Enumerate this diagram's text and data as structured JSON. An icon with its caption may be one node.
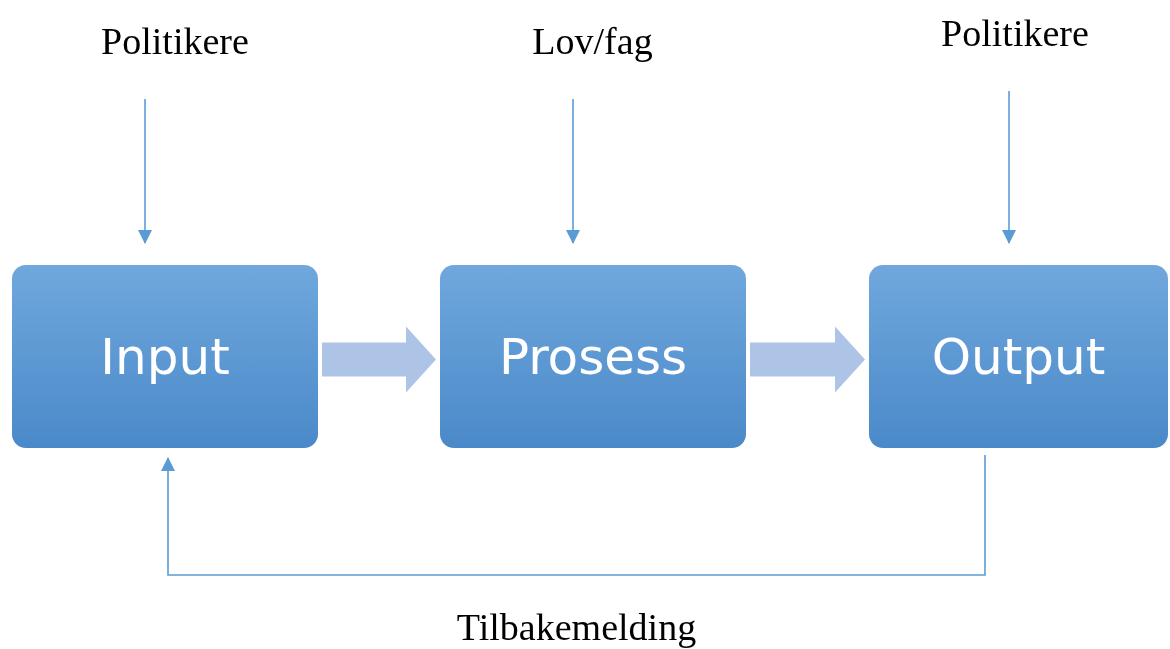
{
  "diagram": {
    "nodes": [
      {
        "text": [
          "Politikere"
        ]
      },
      {
        "text": [
          "Lov/fag"
        ]
      },
      {
        "text": [
          "Politikere"
        ]
      },
      {
        "text": [
          "Input"
        ]
      },
      {
        "text": [
          "Prosess"
        ]
      },
      {
        "text": [
          "Output"
        ]
      }
    ],
    "edges": [
      {
        "from": 0,
        "to": 3,
        "arrow": "to"
      },
      {
        "from": 1,
        "to": 4,
        "arrow": "to"
      },
      {
        "from": 2,
        "to": 5,
        "arrow": "to"
      },
      {
        "from": 3,
        "to": 4,
        "arrow": "to",
        "style": "thick",
        "color": "#aec4e6"
      },
      {
        "from": 4,
        "to": 5,
        "arrow": "to",
        "style": "thick",
        "color": "#aec4e6"
      },
      {
        "from": 5,
        "to": 3,
        "arrow": "to",
        "label": "Tilbakemelding"
      }
    ]
  }
}
